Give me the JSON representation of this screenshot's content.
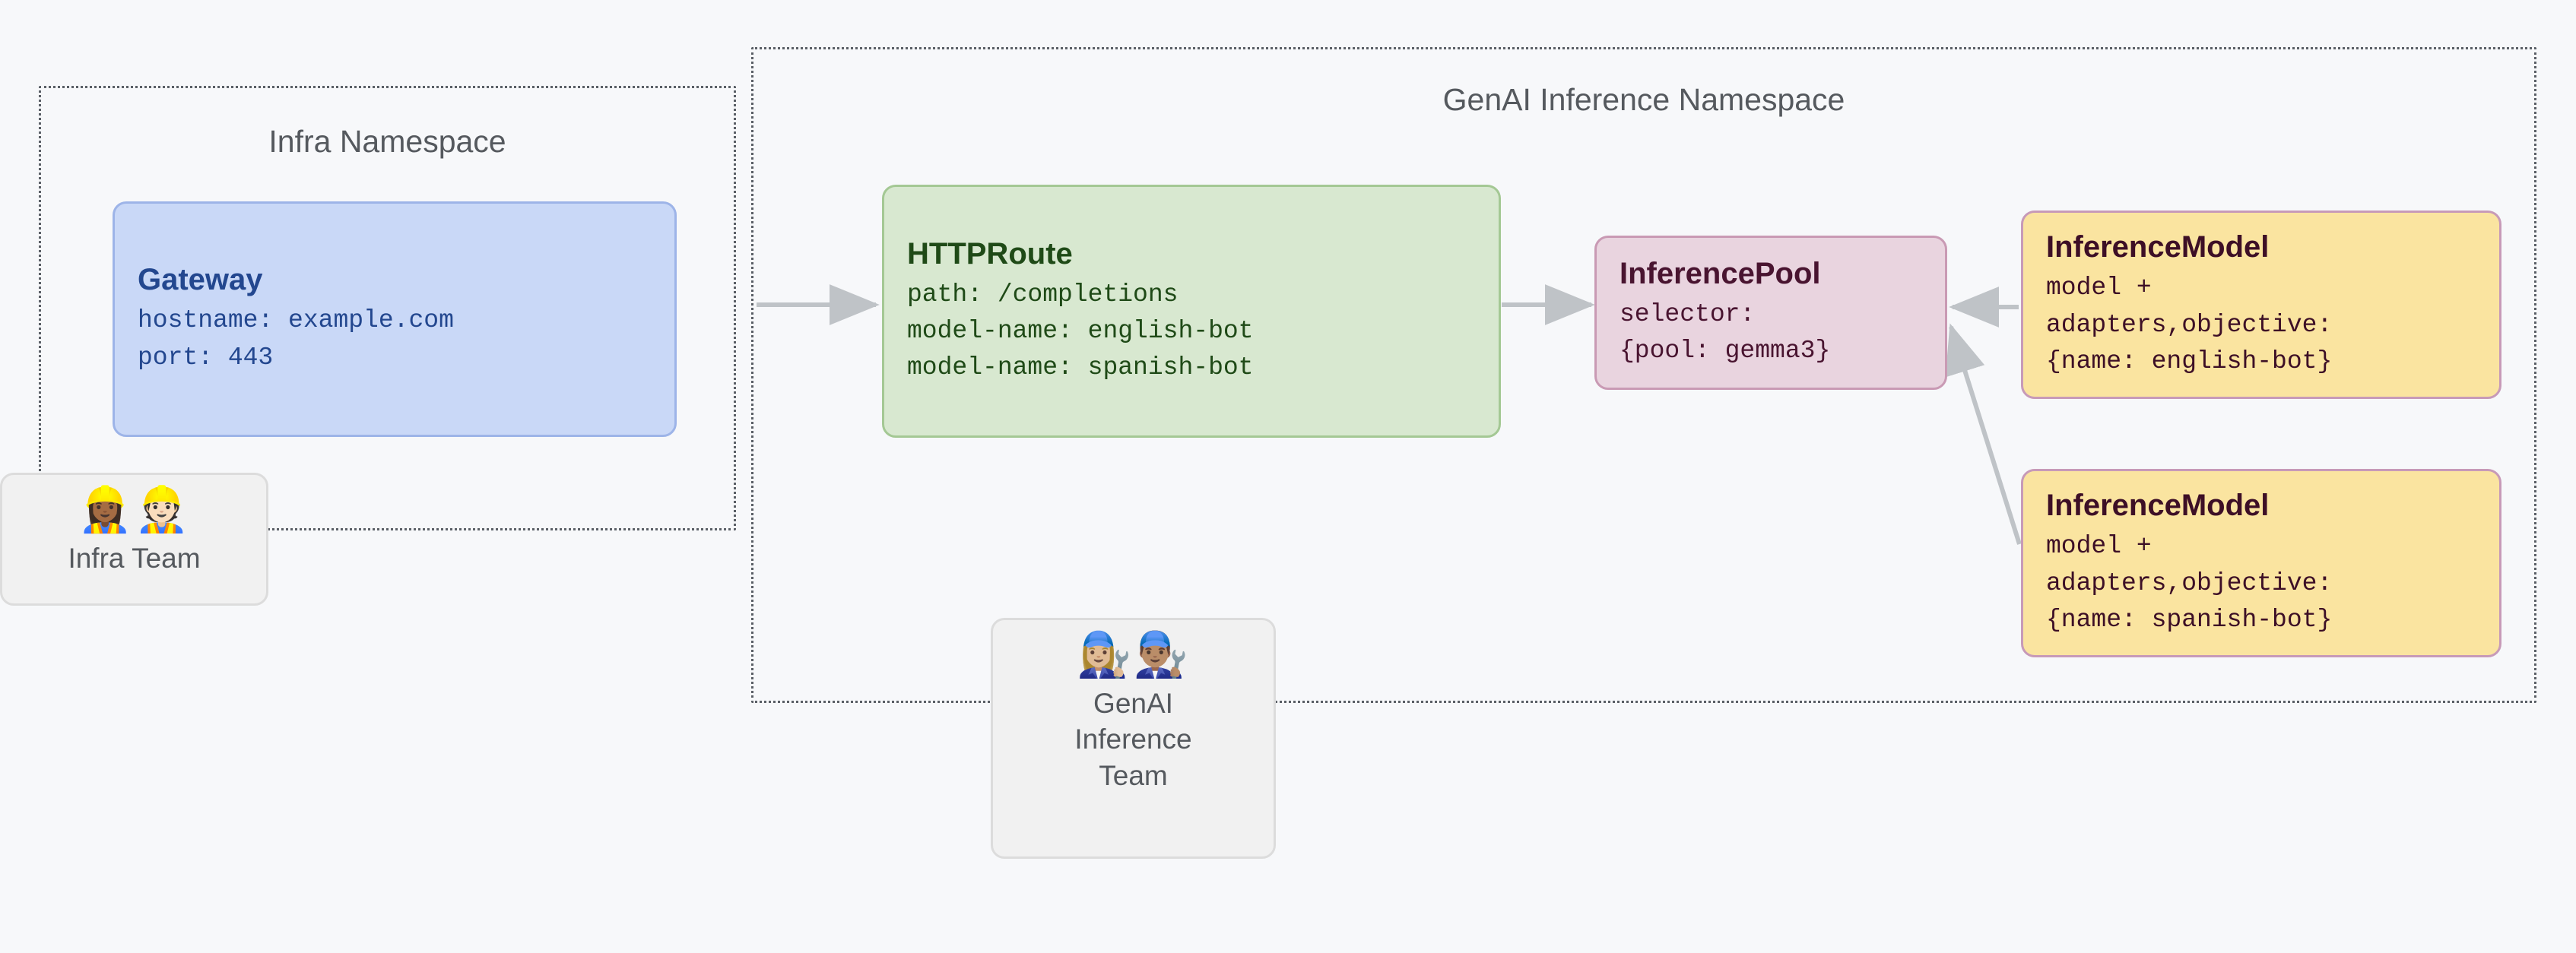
{
  "diagram": {
    "title_infra_namespace": "Infra Namespace",
    "title_genai_namespace": "GenAI Inference Namespace"
  },
  "boxes": {
    "gateway": {
      "title": "Gateway",
      "line1": "hostname: example.com",
      "line2": "port: 443",
      "fill": "#c9d8f7",
      "border": "#9db4e8",
      "text": "#23478f"
    },
    "httproute": {
      "title": "HTTPRoute",
      "line1": "path: /completions",
      "line2": "model-name: english-bot",
      "line3": "model-name: spanish-bot",
      "fill": "#d8e8d0",
      "border": "#a4c894",
      "text": "#1f4a17"
    },
    "inferencepool": {
      "title": "InferencePool",
      "line1": "selector:",
      "line2": "{pool: gemma3}",
      "fill": "#e9d4df",
      "border": "#c99ab4",
      "text": "#491430"
    },
    "inferencemodel_english": {
      "title": "InferenceModel",
      "line1": "model +",
      "line2": "adapters,objective:",
      "line3": "{name: english-bot}",
      "fill": "#fae4a0",
      "border": "#c79ab8",
      "text": "#3d0f26"
    },
    "inferencemodel_spanish": {
      "title": "InferenceModel",
      "line1": "model +",
      "line2": "adapters,objective:",
      "line3": "{name: spanish-bot}",
      "fill": "#fae4a0",
      "border": "#c79ab8",
      "text": "#3d0f26"
    }
  },
  "teams": {
    "infra": {
      "emojis": "👷🏾‍♀️👷🏻",
      "label": "Infra Team"
    },
    "genai": {
      "emojis": "👩🏼‍🔧👨🏽‍🔧",
      "label": "GenAI\nInference\nTeam"
    }
  },
  "arrows": {
    "color": "#bfc3c7",
    "gateway_to_httproute": "gateway-to-httproute-arrow",
    "httproute_to_pool": "httproute-to-pool-arrow",
    "english_model_to_pool": "english-model-to-pool-arrow",
    "spanish_model_to_pool": "spanish-model-to-pool-arrow"
  }
}
